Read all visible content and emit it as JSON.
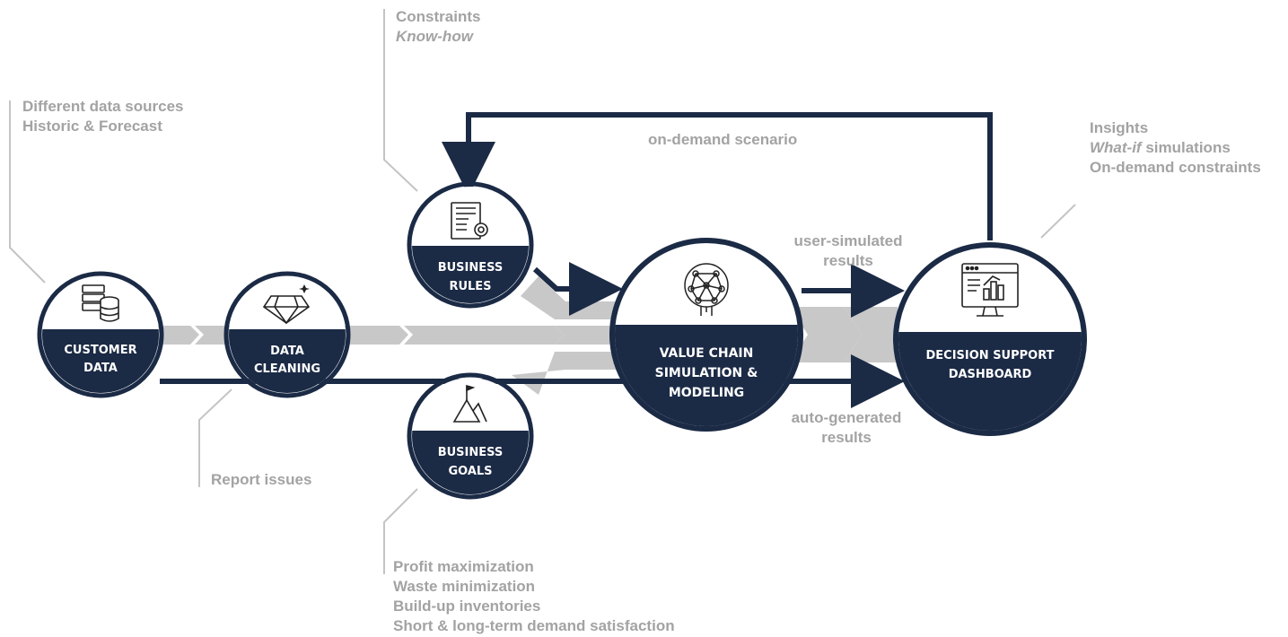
{
  "colors": {
    "navy": "#1b2a45",
    "gray_text": "#a3a3a3",
    "flow_gray": "#c8c8c8",
    "arrow": "#1b2a45"
  },
  "nodes": {
    "customer_data": {
      "line1": "CUSTOMER",
      "line2": "DATA",
      "icon": "database-server-icon"
    },
    "data_cleaning": {
      "line1": "DATA",
      "line2": "CLEANING",
      "icon": "diamond-icon"
    },
    "business_rules": {
      "line1": "BUSINESS",
      "line2": "RULES",
      "icon": "document-gear-icon"
    },
    "business_goals": {
      "line1": "BUSINESS",
      "line2": "GOALS",
      "icon": "mountain-flag-icon"
    },
    "value_chain": {
      "line1": "VALUE CHAIN",
      "line2": "SIMULATION &",
      "line3": "MODELING",
      "icon": "neural-network-icon"
    },
    "dashboard": {
      "line1": "DECISION SUPPORT",
      "line2": "DASHBOARD",
      "icon": "monitor-chart-icon"
    }
  },
  "annotations": {
    "sources": {
      "line1": "Different data sources",
      "line2": "Historic & Forecast"
    },
    "constraints": {
      "line1": "Constraints",
      "line2": "Know-how"
    },
    "insights": {
      "line1": "Insights",
      "line2_italic": "What-if",
      "line2_rest": " simulations",
      "line3": "On-demand constraints"
    },
    "report": {
      "text": "Report issues"
    },
    "goals_list": {
      "items": [
        "Profit maximization",
        "Waste minimization",
        "Build-up inventories",
        "Short & long-term demand satisfaction"
      ]
    }
  },
  "arrows": {
    "on_demand": "on-demand scenario",
    "user_simulated": {
      "line1": "user-simulated",
      "line2": "results"
    },
    "auto_generated": {
      "line1": "auto-generated",
      "line2": "results"
    }
  }
}
